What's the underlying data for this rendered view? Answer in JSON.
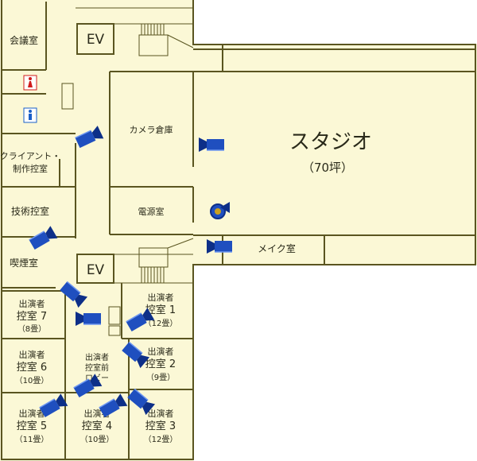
{
  "colors": {
    "floor": "#fbf8d6",
    "wall": "#5a5520",
    "camera": "#1f4fbf",
    "camera_dark": "#0d2f88",
    "female_icon": "#d01c1c",
    "male_icon": "#1a5fc8"
  },
  "rooms": {
    "meeting": "会議室",
    "ev_top": "EV",
    "ev_mid": "EV",
    "camera_storage": "カメラ倉庫",
    "studio": "スタジオ",
    "studio_size": "（70坪）",
    "client_line1": "クライアント・",
    "client_line2": "制作控室",
    "tech": "技術控室",
    "power": "電源室",
    "makeup": "メイク室",
    "smoking": "喫煙室",
    "lobby_line1": "出演者",
    "lobby_line2": "控室前",
    "lobby_line3": "ロビー",
    "g7_a": "出演者",
    "g7_b": "控室 7",
    "g7_c": "（8畳）",
    "g6_a": "出演者",
    "g6_b": "控室 6",
    "g6_c": "（10畳）",
    "g5_a": "出演者",
    "g5_b": "控室 5",
    "g5_c": "（11畳）",
    "g4_a": "出演者",
    "g4_b": "控室 4",
    "g4_c": "（10畳）",
    "g3_a": "出演者",
    "g3_b": "控室 3",
    "g3_c": "（12畳）",
    "g2_a": "出演者",
    "g2_b": "控室 2",
    "g2_c": "（9畳）",
    "g1_a": "出演者",
    "g1_b": "控室 1",
    "g1_c": "（12畳）"
  },
  "icons": {
    "female_restroom": "female-restroom-icon",
    "male_restroom": "male-restroom-icon",
    "camera": "security-camera-icon",
    "dome_camera": "dome-camera-icon"
  }
}
